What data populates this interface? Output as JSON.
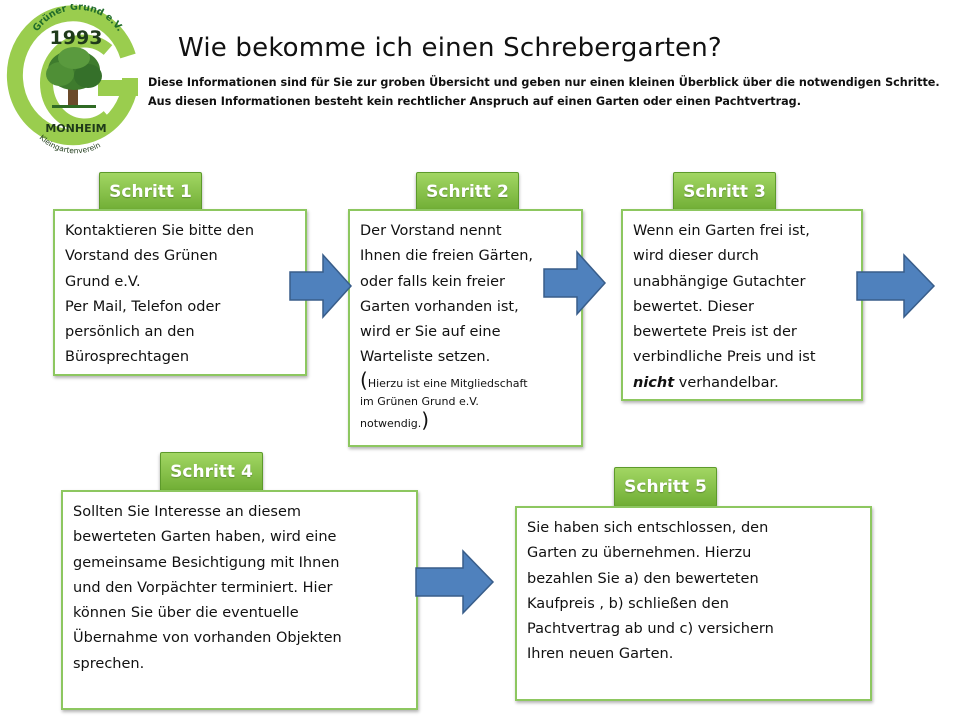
{
  "logo": {
    "top_text": "Grüner Grund e.V.",
    "year": "1993",
    "city": "MONHEIM",
    "bottom_text": "Kleingartenverein",
    "colors": {
      "green": "#9acd4e",
      "dark_green": "#1f6b2a",
      "tree_foliage": "#3e7b2d"
    }
  },
  "title": "Wie bekomme ich einen Schrebergarten?",
  "intro": [
    "Diese Informationen sind für Sie zur groben Übersicht und geben nur einen kleinen Überblick über die notwendigen Schritte.",
    "Aus diesen Informationen  besteht kein rechtlicher Anspruch auf einen Garten oder einen Pachtvertrag."
  ],
  "steps": [
    {
      "badge": "Schritt 1",
      "lines": [
        "Kontaktieren Sie bitte  den",
        "Vorstand des Grünen",
        "Grund e.V.",
        "Per Mail, Telefon oder",
        "persönlich an den",
        "Bürosprechtagen"
      ]
    },
    {
      "badge": "Schritt 2",
      "lines": [
        "Der Vorstand nennt",
        "Ihnen die freien Gärten,",
        "oder falls kein freier",
        "Garten vorhanden ist,",
        "wird er Sie auf eine",
        "Warteliste setzen."
      ],
      "note": {
        "open": "(",
        "line1": "Hierzu ist eine Mitgliedschaft",
        "line2": "im Grünen Grund e.V.",
        "line3": "notwendig.",
        "close": ")"
      }
    },
    {
      "badge": "Schritt 3",
      "lines": [
        "Wenn ein Garten frei ist,",
        "wird dieser durch",
        "unabhängige Gutachter",
        "bewertet.  Dieser",
        "bewertete  Preis  ist   der",
        "verbindliche Preis  und ist"
      ],
      "last_bold": "nicht",
      "last_rest": " verhandelbar."
    },
    {
      "badge": "Schritt 4",
      "lines": [
        "Sollten Sie Interesse  an diesem",
        "bewerteten  Garten haben, wird eine",
        "gemeinsame Besichtigung mit Ihnen",
        "und den Vorpächter  terminiert.   Hier",
        "können Sie über die eventuelle",
        "Übernahme  von vorhanden Objekten",
        "sprechen."
      ]
    },
    {
      "badge": "Schritt 5",
      "lines": [
        "Sie haben sich entschlossen,  den",
        "Garten zu übernehmen.  Hierzu",
        "bezahlen Sie a) den bewerteten",
        "Kaufpreis , b) schließen den",
        "Pachtvertrag ab und c) versichern",
        "Ihren neuen Garten."
      ]
    }
  ],
  "colors": {
    "badge_green": "#7fbf3f",
    "box_border": "#8dc760",
    "arrow_fill": "#4f81bd",
    "arrow_stroke": "#385d8a"
  }
}
